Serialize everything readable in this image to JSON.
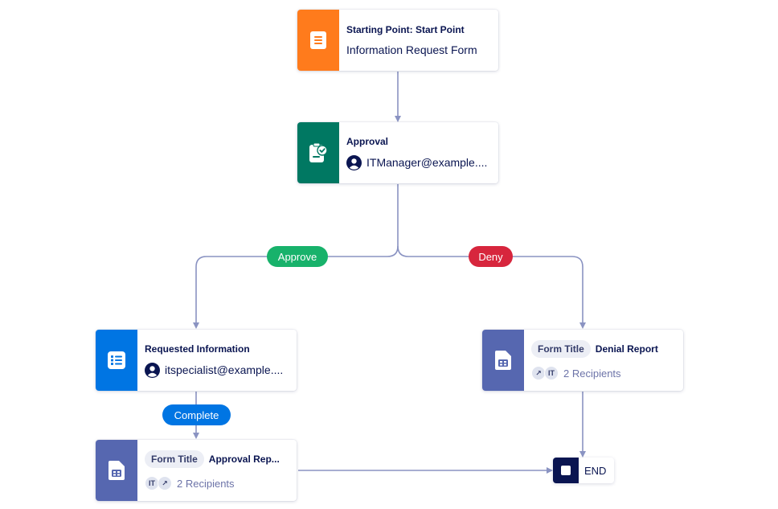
{
  "colors": {
    "edge": "#8a93c2",
    "start_strip": "#ff7b1c",
    "approval_strip": "#007862",
    "requested_strip": "#0075e3",
    "report_strip": "#5667b0",
    "approve_pill": "#18b26b",
    "deny_pill": "#d7263d",
    "complete_pill": "#0075e3",
    "end": "#0a1551"
  },
  "nodes": {
    "start": {
      "title": "Starting Point: Start Point",
      "subtitle": "Information Request Form",
      "icon": "form-icon"
    },
    "approval": {
      "title": "Approval",
      "assignee": "ITManager@example....",
      "icon": "approval-icon"
    },
    "requested": {
      "title": "Requested Information",
      "assignee": "itspecialist@example....",
      "icon": "checklist-icon"
    },
    "denial_report": {
      "tag": "Form Title",
      "title": "Denial Report",
      "chip_link": "↗",
      "chip_it": "IT",
      "recipients": "2 Recipients",
      "icon": "report-icon"
    },
    "approval_report": {
      "tag": "Form Title",
      "title": "Approval Rep...",
      "chip_link": "↗",
      "chip_it": "IT",
      "recipients": "2 Recipients",
      "icon": "report-icon"
    },
    "end": {
      "label": "END"
    }
  },
  "edges": {
    "approve_label": "Approve",
    "deny_label": "Deny",
    "complete_label": "Complete"
  }
}
